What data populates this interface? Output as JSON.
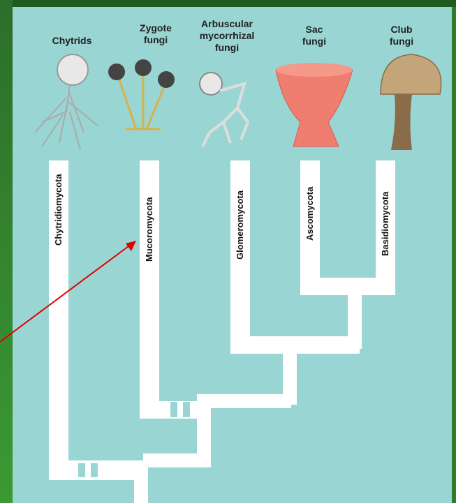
{
  "groups": [
    {
      "common": "Chytrids",
      "phylum": "Chytridiomycota"
    },
    {
      "common": "Zygote\nfungi",
      "phylum": "Mucoromycota"
    },
    {
      "common": "Arbuscular\nmycorrhizal\nfungi",
      "phylum": "Glomeromycota"
    },
    {
      "common": "Sac\nfungi",
      "phylum": "Ascomycota"
    },
    {
      "common": "Club\nfungi",
      "phylum": "Basidiomycota"
    }
  ],
  "colors": {
    "background": "#99d6d3",
    "tree": "#ffffff",
    "arrow": "#e00000",
    "frame": "#2f7d2c"
  },
  "icons": [
    "chytrid-sporangium-icon",
    "zygote-fungi-sporangia-icon",
    "arbuscular-fungus-icon",
    "sac-fungus-cup-icon",
    "club-fungus-mushroom-icon"
  ]
}
